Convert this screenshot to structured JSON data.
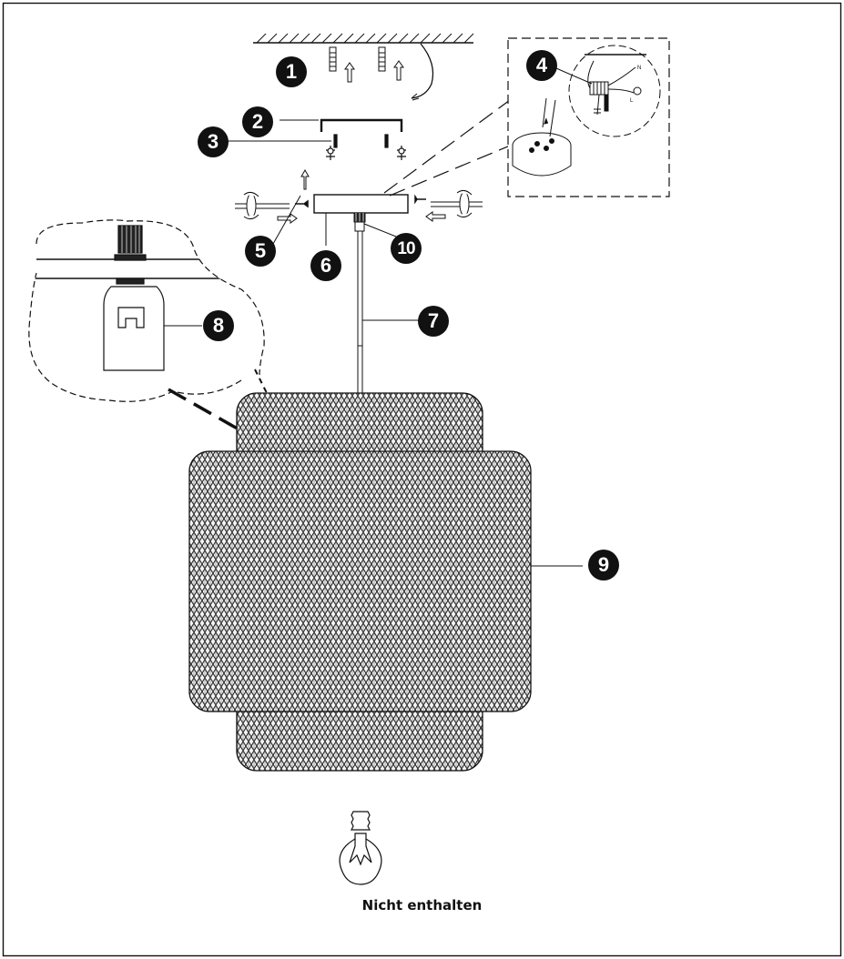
{
  "callouts": [
    "1",
    "2",
    "3",
    "4",
    "5",
    "6",
    "7",
    "8",
    "9",
    "10"
  ],
  "caption": "Nicht enthalten",
  "colors": {
    "line": "#111111",
    "background": "#ffffff",
    "mesh": "#222222"
  },
  "icons": [
    "ceiling-hatch-icon",
    "wall-plug-icon",
    "screw-icon",
    "mounting-bracket-icon",
    "canopy-icon",
    "terminal-block-icon",
    "knurled-nut-icon",
    "lamp-holder-icon",
    "woven-shade-icon",
    "light-bulb-icon"
  ]
}
